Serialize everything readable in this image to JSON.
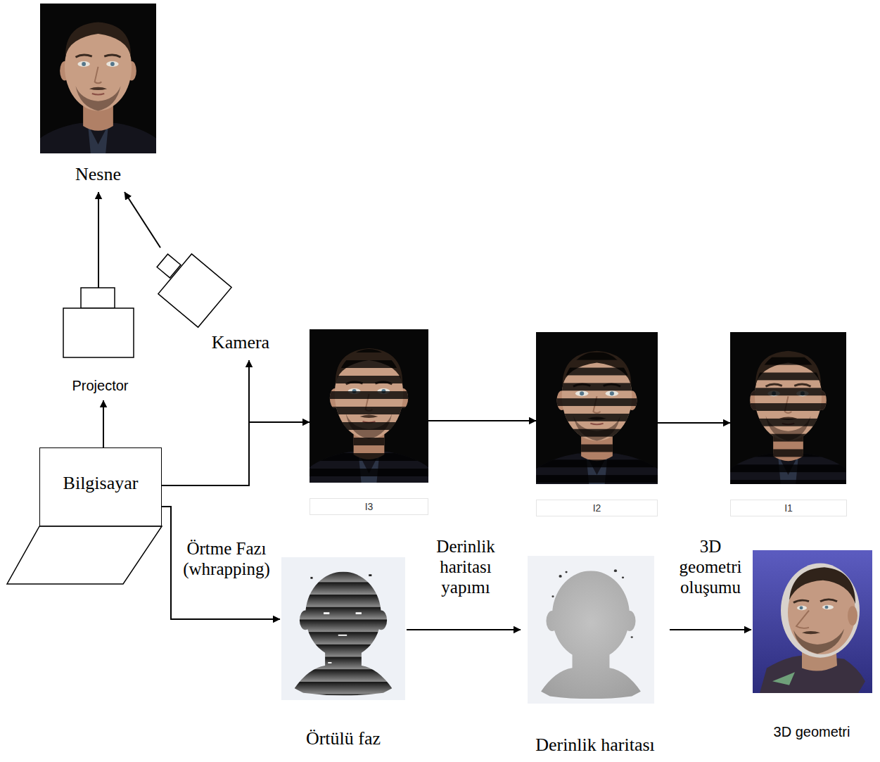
{
  "diagram": {
    "nodes": [
      {
        "text": [
          "Nesne"
        ]
      },
      {
        "text": [
          "Projector"
        ]
      },
      {
        "text": [
          "Kamera"
        ]
      },
      {
        "text": [
          "I3"
        ]
      },
      {
        "text": [
          "I2"
        ]
      },
      {
        "text": [
          "I1"
        ]
      },
      {
        "text": [
          "Bilgisayar"
        ]
      },
      {
        "text": [
          "Örtülü faz"
        ]
      },
      {
        "text": [
          "Derinlik haritası"
        ]
      },
      {
        "text": [
          "3D geometri"
        ]
      }
    ],
    "edges": [
      {
        "from": 1,
        "to": 0,
        "arrow": "to"
      },
      {
        "from": 2,
        "to": 0,
        "arrow": "to"
      },
      {
        "from": 6,
        "to": 1,
        "arrow": "to"
      },
      {
        "from": 6,
        "to": 2,
        "arrow": "to"
      },
      {
        "from": 6,
        "to": 3,
        "arrow": "to"
      },
      {
        "from": 3,
        "to": 4,
        "arrow": "to"
      },
      {
        "from": 4,
        "to": 5,
        "arrow": "to"
      },
      {
        "from": 6,
        "to": 7,
        "label": "Örtme Fazı (whrapping)",
        "arrow": "to"
      },
      {
        "from": 7,
        "to": 8,
        "label": "Derinlik haritası yapımı",
        "arrow": "to"
      },
      {
        "from": 8,
        "to": 9,
        "label": "3D geometri oluşumu",
        "arrow": "to"
      }
    ]
  }
}
